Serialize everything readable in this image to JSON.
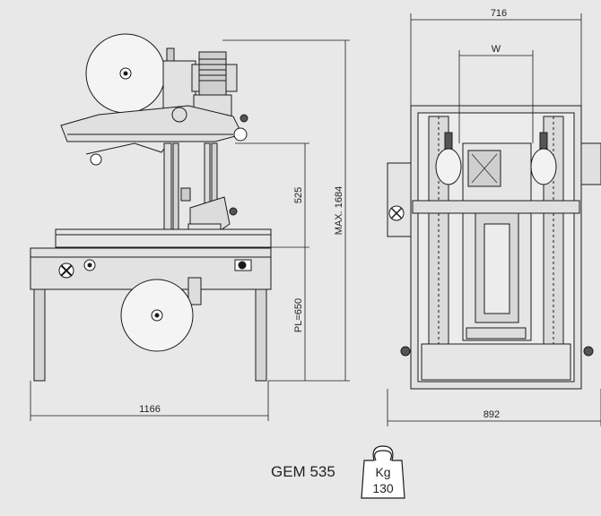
{
  "dimensions": {
    "top_width": "716",
    "inner_width": "W",
    "total_height": "MAX. 1684",
    "table_height": "525",
    "pass_line": "PL=650",
    "side_length": "1166",
    "base_width": "892"
  },
  "model": "GEM 535",
  "weight": {
    "unit": "Kg",
    "value": "130"
  },
  "colors": {
    "background": "#e8e8e8",
    "line": "#1a1a1a",
    "steel": "#d8d8d8",
    "dark": "#333333"
  }
}
